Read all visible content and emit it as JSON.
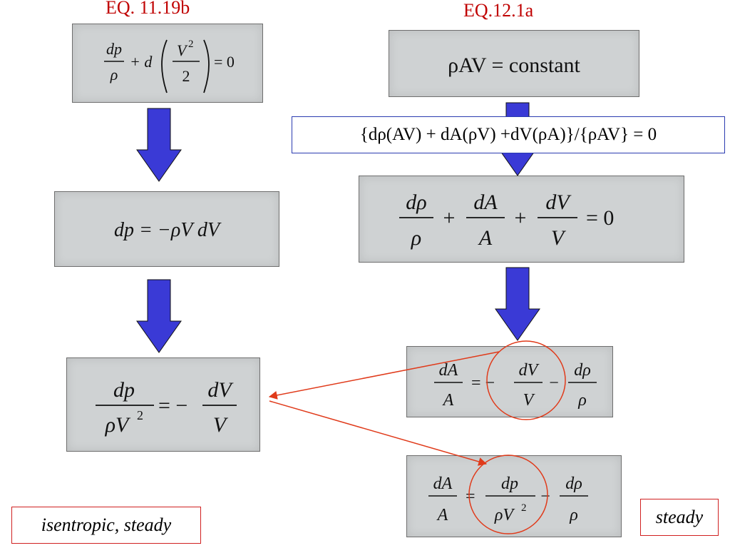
{
  "left_title": "EQ. 11.19b",
  "right_title": "EQ.12.1a",
  "eq1": {
    "dp": "dp",
    "rho": "ρ",
    "plus_d": "+ d",
    "V2": "V",
    "exp": "2",
    "two": "2",
    "eq0": "= 0"
  },
  "eq2": {
    "text": "dp = −ρV dV"
  },
  "eq3": {
    "dp": "dp",
    "rhoV": "ρV",
    "exp": "2",
    "eq_minus": "= −",
    "dV": "dV",
    "V": "V"
  },
  "eq4": {
    "text": "ρAV = constant"
  },
  "eq5": {
    "drho": "dρ",
    "rho": "ρ",
    "plus1": "+",
    "dA": "dA",
    "A": "A",
    "plus2": "+",
    "dV": "dV",
    "V": "V",
    "eq0": "= 0"
  },
  "eq6": {
    "dA": "dA",
    "A": "A",
    "eq_minus": "= −",
    "dV": "dV",
    "V": "V",
    "minus": "−",
    "drho": "dρ",
    "rho": "ρ"
  },
  "eq7": {
    "dA": "dA",
    "A": "A",
    "eq": "=",
    "dp": "dp",
    "rhoV": "ρV",
    "exp": "2",
    "minus": "−",
    "drho": "dρ",
    "rho": "ρ"
  },
  "derived_equation": "{dρ(AV) + dA(ρV) +dV(ρA)}/{ρAV} = 0",
  "label_left": "isentropic, steady",
  "label_right": "steady",
  "colors": {
    "arrow_fill": "#3a3ad6",
    "annotation": "#e03a1a",
    "title": "#c00000"
  }
}
